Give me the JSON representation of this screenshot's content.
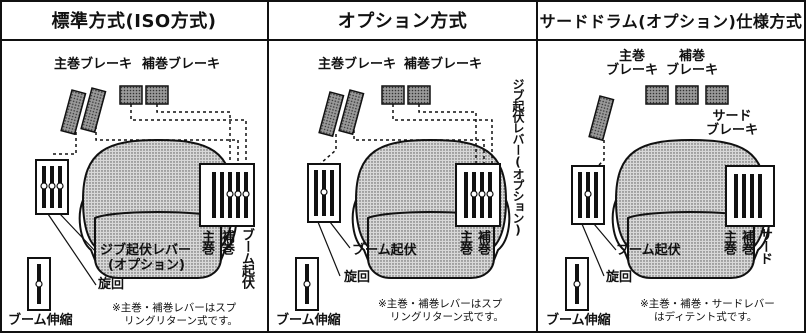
{
  "panels": [
    {
      "title": "標準方式(ISO方式)",
      "labels": {
        "main_brake": "主巻ブレーキ",
        "aux_brake": "補巻ブレーキ",
        "jib_lever_1": "ジブ起伏レバー",
        "jib_lever_2": "(オプション)",
        "swing": "旋回",
        "telescope": "ブーム伸縮",
        "main": "主巻",
        "aux": "補巻",
        "boom_luff": "ブーム起伏"
      },
      "note": [
        "※主巻・補巻レバーはスプ",
        "リングリターン式です。"
      ]
    },
    {
      "title": "オプション方式",
      "labels": {
        "main_brake": "主巻ブレーキ",
        "aux_brake": "補巻ブレーキ",
        "jib_lever_vertical": "ジブ起伏レバー(オプション)",
        "boom_luff": "ブーム起伏",
        "swing": "旋回",
        "telescope": "ブーム伸縮",
        "main": "主巻",
        "aux": "補巻"
      },
      "note": [
        "※主巻・補巻レバーはスプ",
        "リングリターン式です。"
      ]
    },
    {
      "title": "サードドラム(オプション)仕様方式",
      "labels": {
        "main_brake": [
          "主巻",
          "ブレーキ"
        ],
        "aux_brake": [
          "補巻",
          "ブレーキ"
        ],
        "third_brake": [
          "サード",
          "ブレーキ"
        ],
        "boom_luff": "ブーム起伏",
        "swing": "旋回",
        "telescope": "ブーム伸縮",
        "main": "主巻",
        "aux": "補巻",
        "third": "サード"
      },
      "note": [
        "※主巻・補巻・サードレバー",
        "はディテント式です。"
      ]
    }
  ]
}
